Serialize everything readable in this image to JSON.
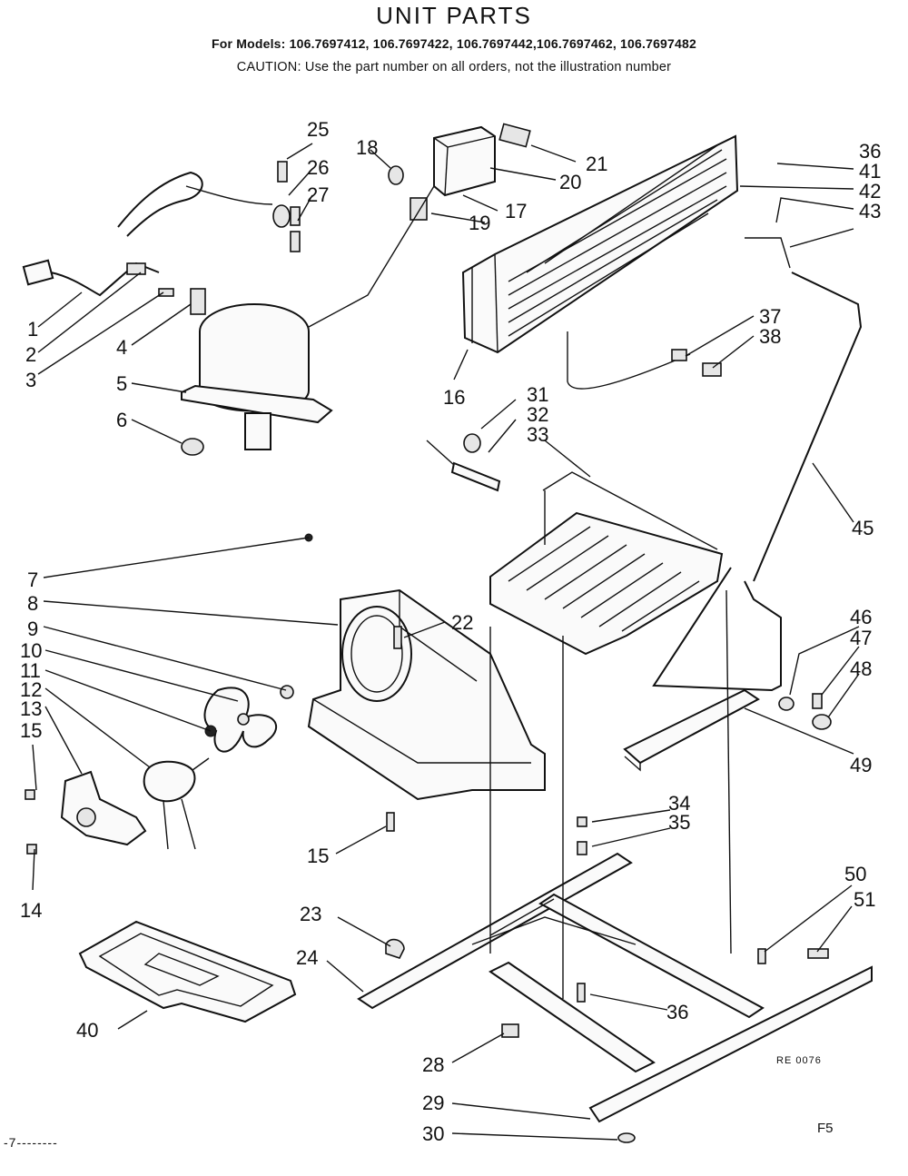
{
  "header": {
    "title": "UNIT PARTS",
    "models": "For Models: 106.7697412, 106.7697422, 106.7697442,106.7697462, 106.7697482",
    "caution": "CAUTION: Use the part number on all orders, not the illustration number"
  },
  "callouts": [
    "1",
    "2",
    "3",
    "4",
    "5",
    "6",
    "7",
    "8",
    "9",
    "10",
    "11",
    "12",
    "13",
    "14",
    "15",
    "15",
    "16",
    "17",
    "18",
    "19",
    "20",
    "21",
    "22",
    "23",
    "24",
    "25",
    "26",
    "27",
    "28",
    "29",
    "30",
    "31",
    "32",
    "33",
    "34",
    "35",
    "36",
    "36",
    "37",
    "38",
    "40",
    "41",
    "42",
    "43",
    "45",
    "46",
    "47",
    "48",
    "49",
    "50",
    "51"
  ],
  "footer": {
    "drawing_code": "RE 0076",
    "page_id": "F5",
    "edge_mark": "-7--------"
  }
}
